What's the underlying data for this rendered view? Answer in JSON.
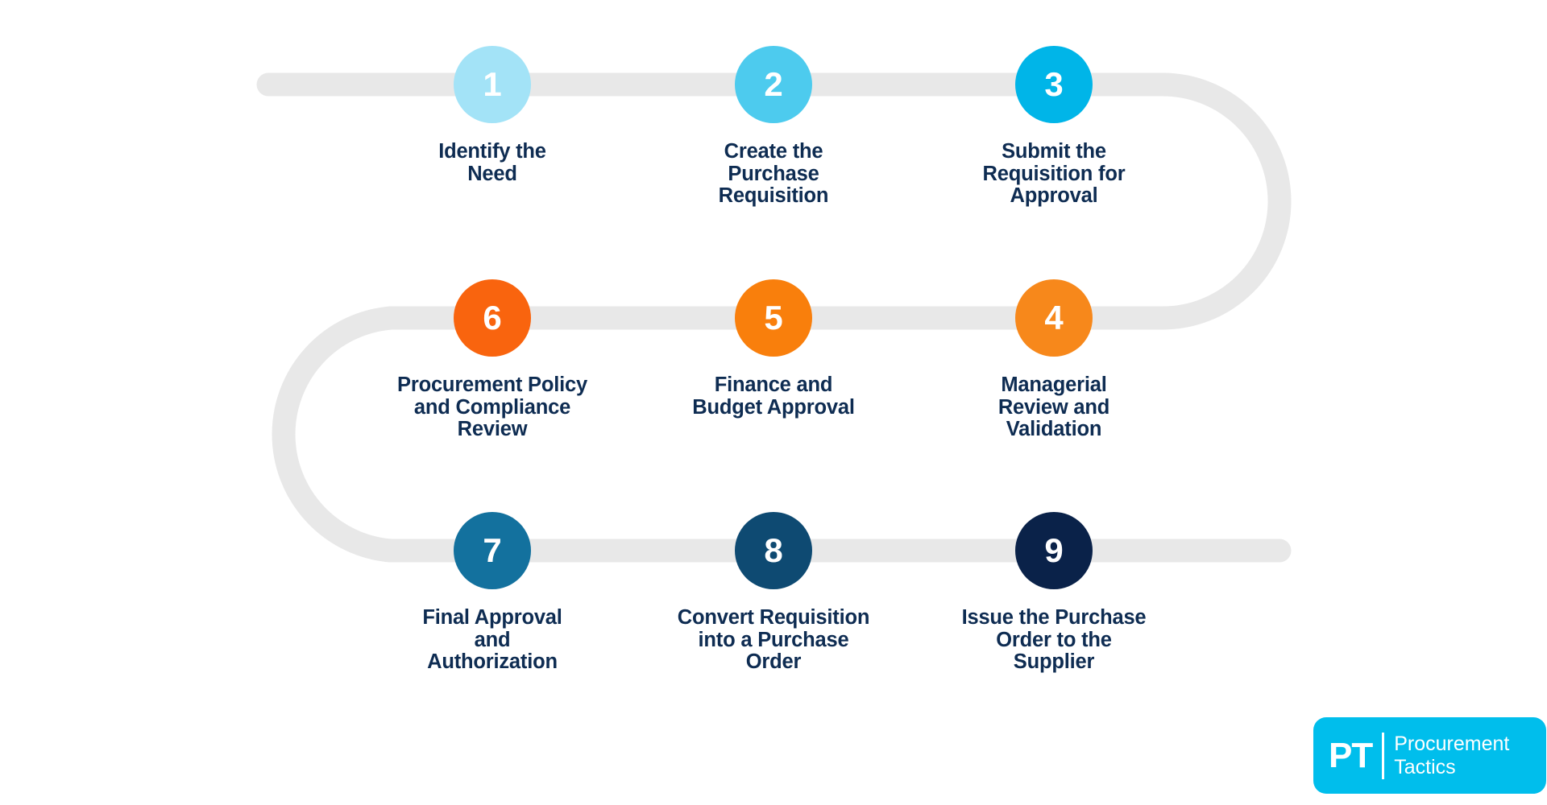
{
  "graphic": {
    "type": "serpentine-process-flow",
    "background_color": "#FFFFFF",
    "track_color": "#E8E8E8",
    "label_color": "#0E2C52",
    "badge_text_color": "#FFFFFF",
    "columns_x": [
      611,
      960,
      1308
    ],
    "rows_y": [
      105,
      395,
      684
    ]
  },
  "steps": [
    {
      "number": "1",
      "label": "Identify the\nNeed",
      "color": "#A3E3F7"
    },
    {
      "number": "2",
      "label": "Create the\nPurchase\nRequisition",
      "color": "#4DCBEE"
    },
    {
      "number": "3",
      "label": "Submit the\nRequisition for\nApproval",
      "color": "#00B5E8"
    },
    {
      "number": "4",
      "label": "Managerial\nReview and\nValidation",
      "color": "#F7881B"
    },
    {
      "number": "5",
      "label": "Finance and\nBudget Approval",
      "color": "#F97F0C"
    },
    {
      "number": "6",
      "label": "Procurement Policy\nand Compliance\nReview",
      "color": "#F9640E"
    },
    {
      "number": "7",
      "label": "Final Approval\nand\nAuthorization",
      "color": "#13719E"
    },
    {
      "number": "8",
      "label": "Convert Requisition\ninto a Purchase\nOrder",
      "color": "#0E4A72"
    },
    {
      "number": "9",
      "label": "Issue the Purchase\nOrder to the\nSupplier",
      "color": "#0A2249"
    }
  ],
  "logo": {
    "monogram": "PT",
    "name_line_1": "Procurement",
    "name_line_2": "Tactics",
    "background_color": "#00BEEC",
    "text_color": "#FFFFFF"
  }
}
